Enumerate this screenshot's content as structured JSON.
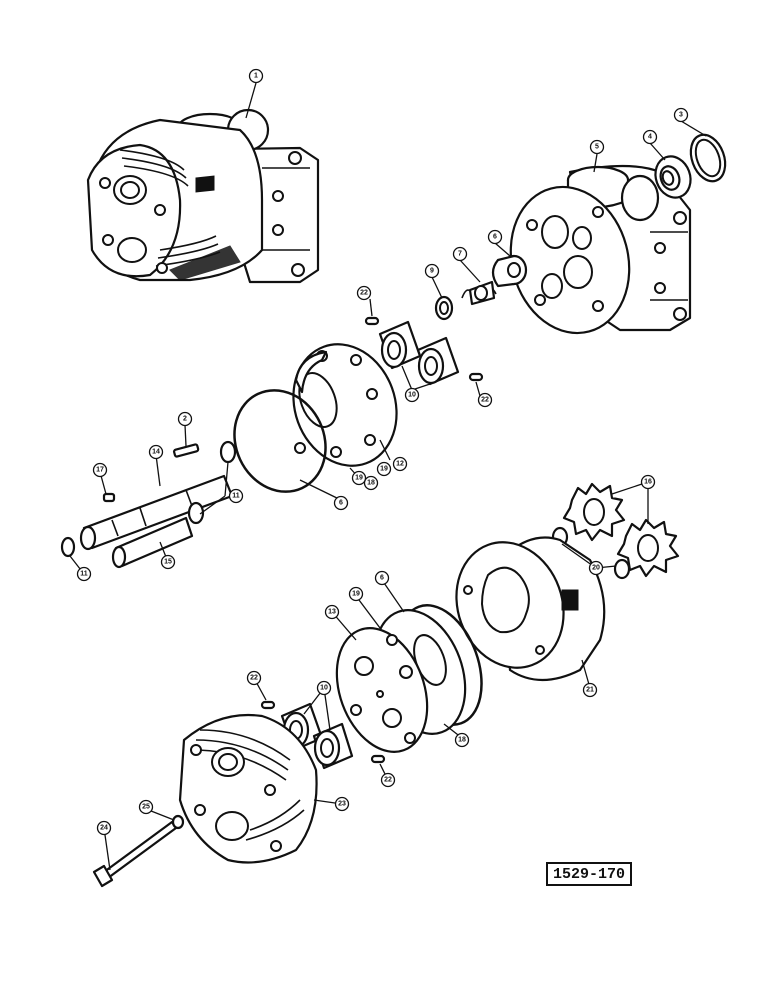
{
  "figure": {
    "reference_number": "1529-170"
  },
  "callouts": [
    {
      "key": "c1",
      "label": "1"
    },
    {
      "key": "c2",
      "label": "2"
    },
    {
      "key": "c3",
      "label": "3"
    },
    {
      "key": "c4",
      "label": "4"
    },
    {
      "key": "c5",
      "label": "5"
    },
    {
      "key": "c6a",
      "label": "6"
    },
    {
      "key": "c6b",
      "label": "6"
    },
    {
      "key": "c6c",
      "label": "6"
    },
    {
      "key": "c7",
      "label": "7"
    },
    {
      "key": "c9",
      "label": "9"
    },
    {
      "key": "c10a",
      "label": "10"
    },
    {
      "key": "c10b",
      "label": "10"
    },
    {
      "key": "c11a",
      "label": "11"
    },
    {
      "key": "c11b",
      "label": "11"
    },
    {
      "key": "c12",
      "label": "12"
    },
    {
      "key": "c13",
      "label": "13"
    },
    {
      "key": "c14",
      "label": "14"
    },
    {
      "key": "c15",
      "label": "15"
    },
    {
      "key": "c16",
      "label": "16"
    },
    {
      "key": "c17",
      "label": "17"
    },
    {
      "key": "c18a",
      "label": "18"
    },
    {
      "key": "c18b",
      "label": "18"
    },
    {
      "key": "c19a",
      "label": "19"
    },
    {
      "key": "c19b",
      "label": "19"
    },
    {
      "key": "c19c",
      "label": "19"
    },
    {
      "key": "c20",
      "label": "20"
    },
    {
      "key": "c21",
      "label": "21"
    },
    {
      "key": "c22a",
      "label": "22"
    },
    {
      "key": "c22b",
      "label": "22"
    },
    {
      "key": "c22c",
      "label": "22"
    },
    {
      "key": "c22d",
      "label": "22"
    },
    {
      "key": "c23",
      "label": "23"
    },
    {
      "key": "c24",
      "label": "24"
    },
    {
      "key": "c25",
      "label": "25"
    }
  ]
}
